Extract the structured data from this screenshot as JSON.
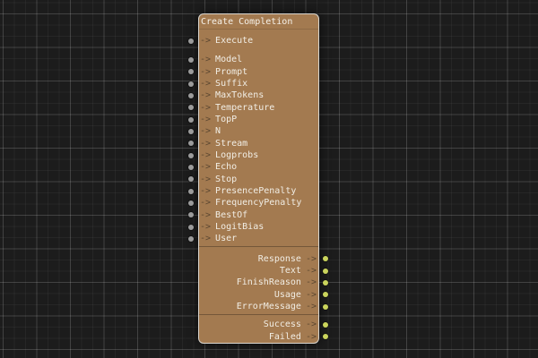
{
  "node": {
    "title": "Create Completion",
    "arrow": "->",
    "exec_inputs": [
      "Execute"
    ],
    "inputs": [
      "Model",
      "Prompt",
      "Suffix",
      "MaxTokens",
      "Temperature",
      "TopP",
      "N",
      "Stream",
      "Logprobs",
      "Echo",
      "Stop",
      "PresencePenalty",
      "FrequencyPenalty",
      "BestOf",
      "LogitBias",
      "User"
    ],
    "outputs": [
      "Response",
      "Text",
      "FinishReason",
      "Usage",
      "ErrorMessage"
    ],
    "exec_outputs": [
      "Success",
      "Failed"
    ],
    "colors": {
      "canvas_bg": "#1c1c1c",
      "node_body": "#a37a50",
      "node_border": "#d9d5ce",
      "input_pin": "#9b9b9b",
      "output_pin": "#cad45c",
      "arrow": "#5d4831",
      "text": "#f1ede4"
    }
  }
}
